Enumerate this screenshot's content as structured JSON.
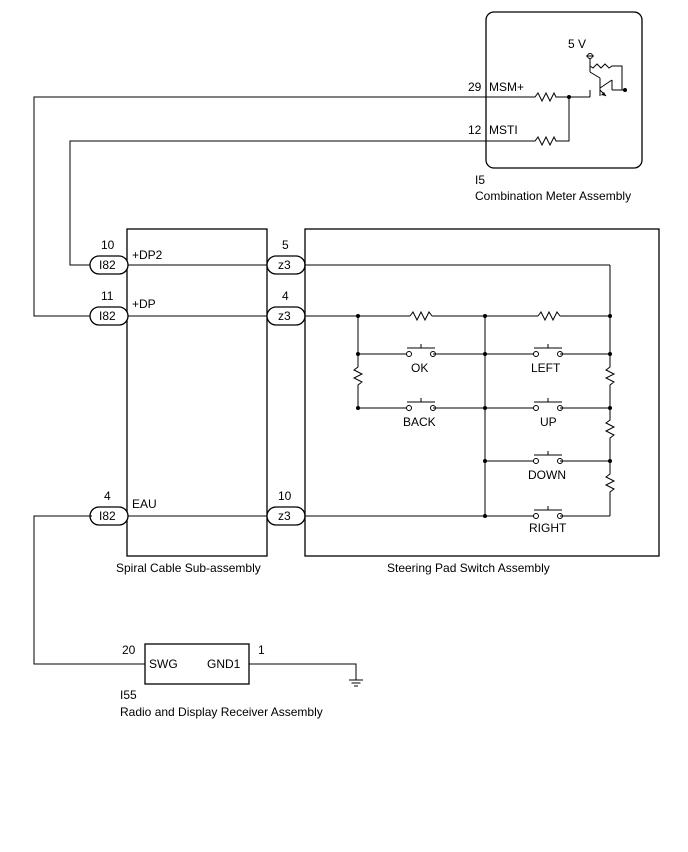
{
  "combination_meter": {
    "code": "I5",
    "name": "Combination Meter Assembly",
    "supply": "5 V",
    "pins": [
      {
        "num": "29",
        "label": "MSM+"
      },
      {
        "num": "12",
        "label": "MSTI"
      }
    ]
  },
  "spiral_cable": {
    "name": "Spiral Cable Sub-assembly",
    "left_pins": [
      {
        "num": "10",
        "connector": "I82",
        "label": "+DP2"
      },
      {
        "num": "11",
        "connector": "I82",
        "label": "+DP"
      },
      {
        "num": "4",
        "connector": "I82",
        "label": "EAU"
      }
    ],
    "right_pins": [
      {
        "num": "5",
        "connector": "z3"
      },
      {
        "num": "4",
        "connector": "z3"
      },
      {
        "num": "10",
        "connector": "z3"
      }
    ]
  },
  "steering_pad": {
    "name": "Steering Pad Switch Assembly",
    "switches": [
      "OK",
      "LEFT",
      "BACK",
      "UP",
      "DOWN",
      "RIGHT"
    ]
  },
  "radio": {
    "code": "I55",
    "name": "Radio and Display Receiver Assembly",
    "pins": [
      {
        "num": "20",
        "label": "SWG"
      },
      {
        "num": "1",
        "label": "GND1"
      }
    ]
  }
}
